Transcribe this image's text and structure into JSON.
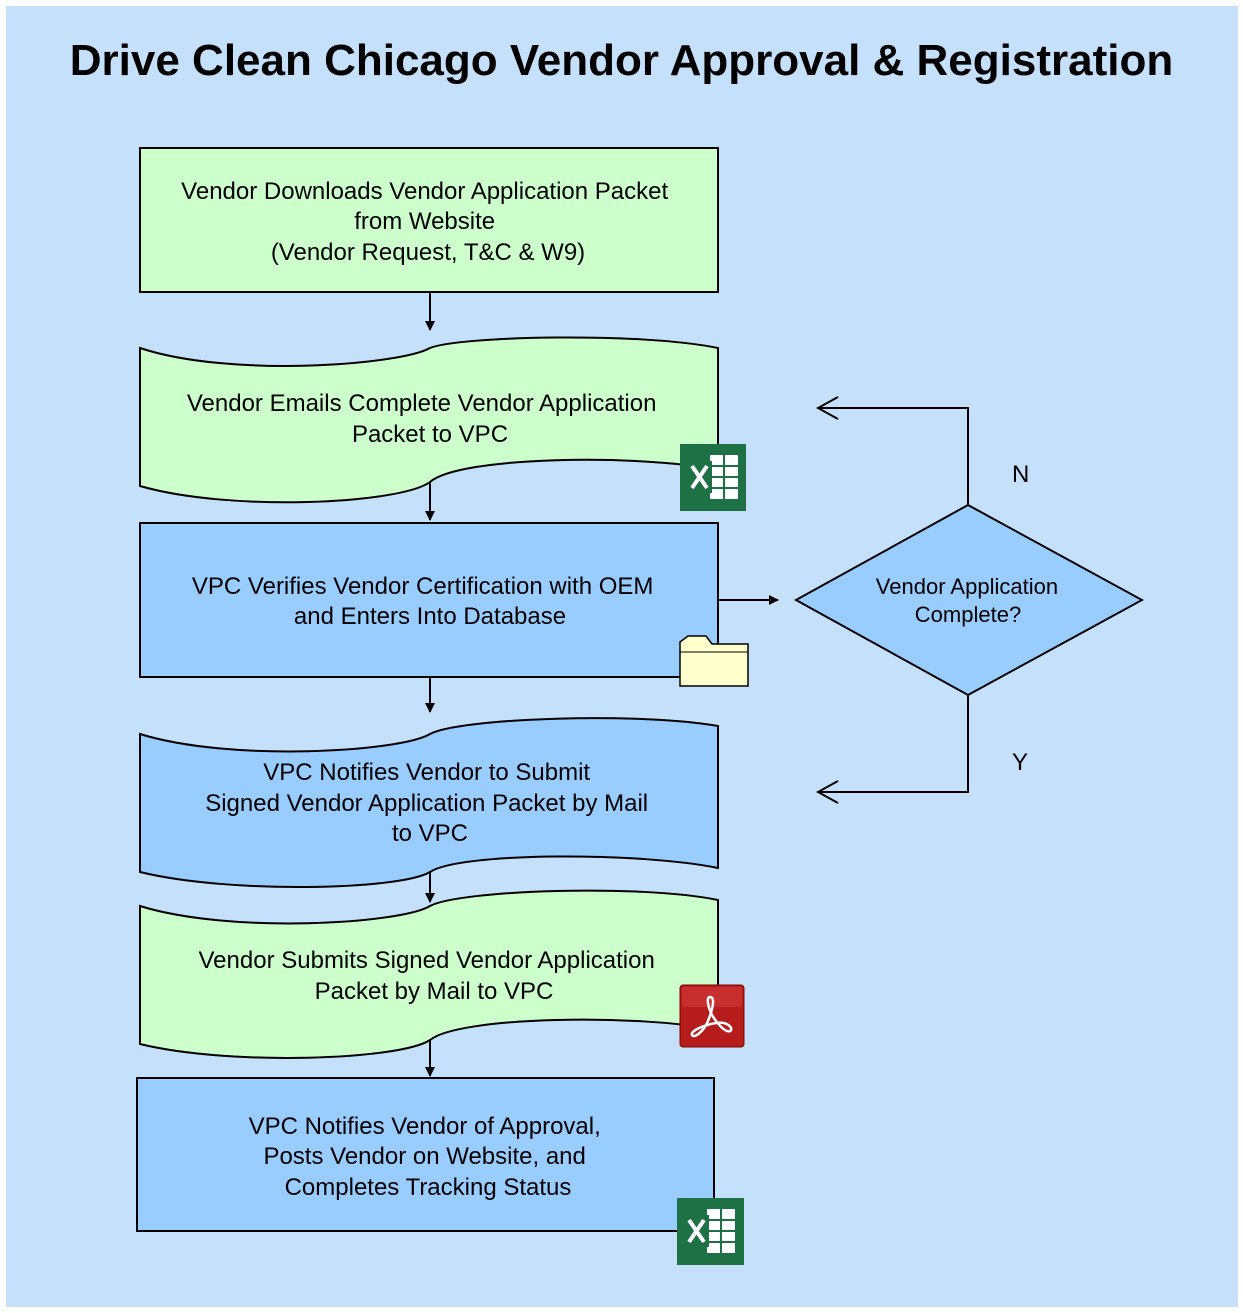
{
  "title": "Drive Clean Chicago Vendor Approval & Registration",
  "colors": {
    "background": "#c5e0fb",
    "vendor_step": "#ccffcc",
    "vpc_step": "#99ccff",
    "decision": "#99ccff",
    "excel_green": "#1d7145",
    "pdf_red": "#b71c1c",
    "folder_yellow": "#ffffcc"
  },
  "steps": [
    {
      "lines": [
        "Vendor Downloads Vendor Application Packet",
        "from Website",
        "(Vendor Request,  T&C & W9)"
      ],
      "icon": ""
    },
    {
      "lines": [
        "Vendor Emails Complete Vendor Application",
        "Packet to VPC"
      ],
      "icon": "excel-icon"
    },
    {
      "lines": [
        "VPC Verifies Vendor Certification with OEM",
        "and Enters Into Database"
      ],
      "icon": "folder-icon"
    },
    {
      "lines": [
        "VPC Notifies Vendor to Submit",
        "Signed Vendor Application Packet by Mail",
        "to VPC"
      ],
      "icon": ""
    },
    {
      "lines": [
        "Vendor Submits Signed Vendor Application",
        "Packet by Mail to VPC"
      ],
      "icon": "pdf-icon"
    },
    {
      "lines": [
        "VPC Notifies Vendor of Approval,",
        "Posts Vendor on Website, and",
        "Completes  Tracking  Status"
      ],
      "icon": "excel-icon"
    }
  ],
  "decision": {
    "lines": [
      "Vendor Application",
      "Complete?"
    ],
    "no_label": "N",
    "yes_label": "Y"
  }
}
